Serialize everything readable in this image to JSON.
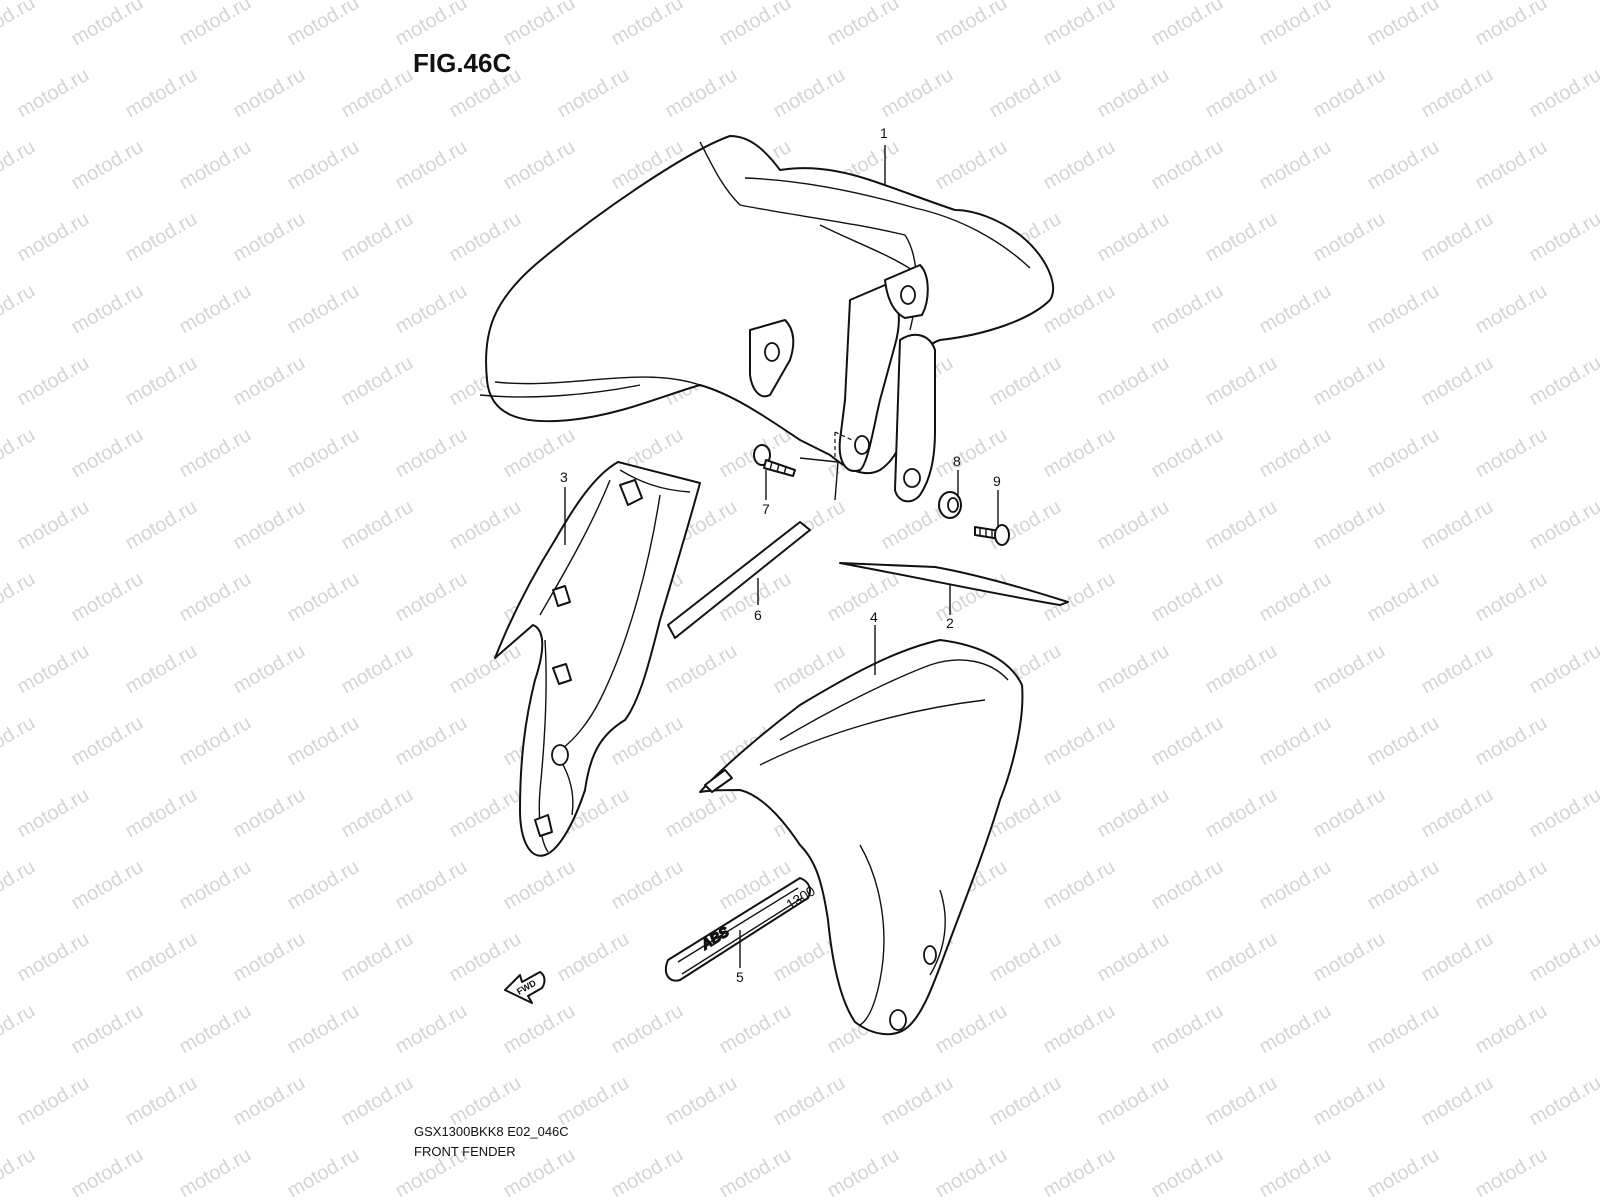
{
  "figure": {
    "title": "FIG.46C",
    "model_code": "GSX1300BKK8 E02_046C",
    "section_name": "FRONT FENDER"
  },
  "watermark": "motod.ru",
  "callouts": {
    "p1": "1",
    "p2": "2",
    "p3": "3",
    "p4": "4",
    "p5": "5",
    "p6": "6",
    "p7": "7",
    "p8": "8",
    "p9": "9"
  },
  "emblem": {
    "text": "ABS",
    "suffix": "1300"
  },
  "fwd_arrow": {
    "text": "FWD"
  }
}
